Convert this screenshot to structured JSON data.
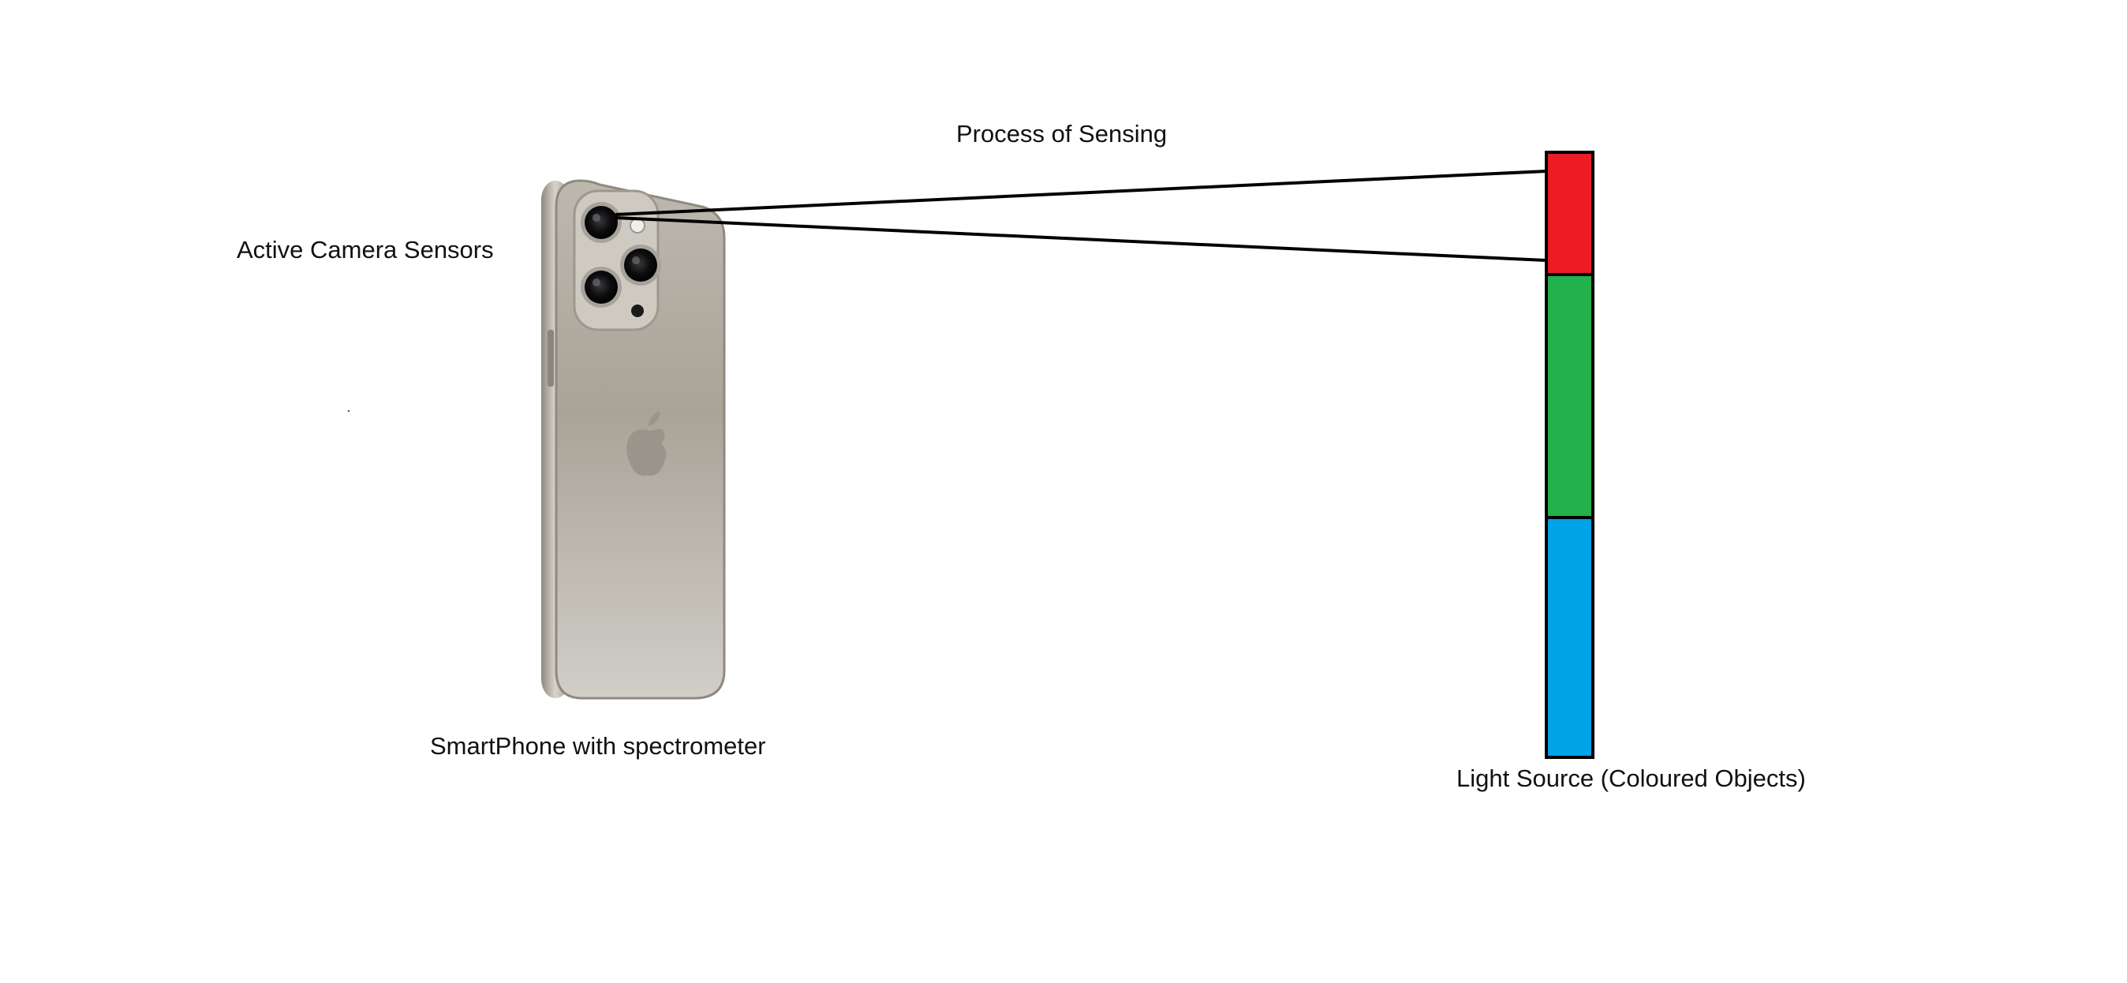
{
  "diagram": {
    "title": "Process of Sensing",
    "camera_label": "Active Camera Sensors",
    "device_label": "SmartPhone with spectrometer",
    "source_label": "Light Source (Coloured Objects)",
    "colors": {
      "red": "#ed1c24",
      "green": "#22b14c",
      "blue": "#00a2e8",
      "outline": "#000000",
      "phone_body": "#c9c5bd",
      "phone_frame": "#aaa59a"
    },
    "icons": [
      "smartphone-icon",
      "camera-lens-icon",
      "apple-logo-icon"
    ]
  }
}
